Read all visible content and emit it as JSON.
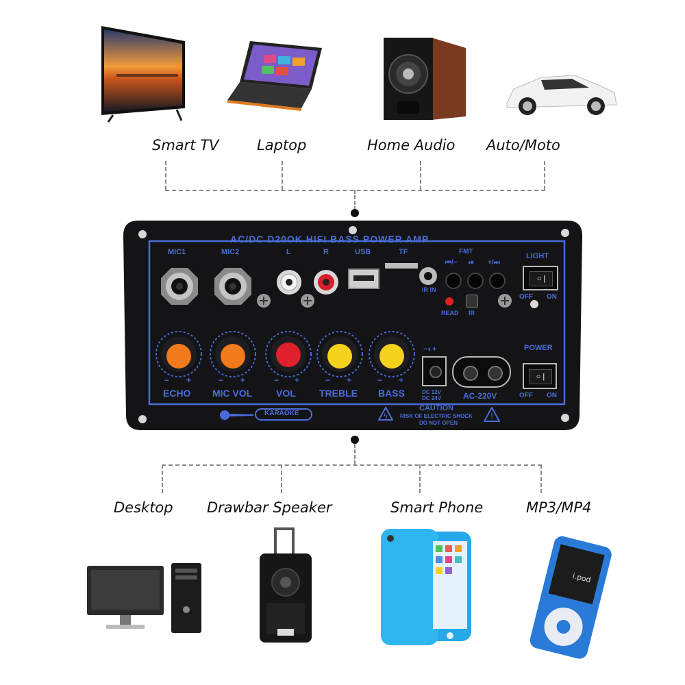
{
  "top_devices": [
    {
      "label": "Smart TV",
      "icon": "tv-icon"
    },
    {
      "label": "Laptop",
      "icon": "laptop-icon"
    },
    {
      "label": "Home Audio",
      "icon": "speaker-icon"
    },
    {
      "label": "Auto/Moto",
      "icon": "car-icon"
    }
  ],
  "bottom_devices": [
    {
      "label": "Desktop",
      "icon": "desktop-icon"
    },
    {
      "label": "Drawbar Speaker",
      "icon": "trolley-speaker-icon"
    },
    {
      "label": "Smart Phone",
      "icon": "smartphone-icon"
    },
    {
      "label": "MP3/MP4",
      "icon": "mp3-player-icon"
    }
  ],
  "board": {
    "title": "AC/DC  D20OK  HIFI   BASS  POWER  AMP",
    "inputs": {
      "mic1": "MIC1",
      "mic2": "MIC2",
      "l": "L",
      "r": "R",
      "usb": "USB",
      "tf": "TF",
      "fmt": "FMT",
      "ir_in": "IR IN",
      "read": "READ",
      "ir": "IR"
    },
    "transport_buttons": [
      "⏮/−",
      "⏯",
      "+/⏭"
    ],
    "knobs": [
      {
        "label": "ECHO",
        "color": "#f07a1c"
      },
      {
        "label": "MIC VOL",
        "color": "#f07a1c"
      },
      {
        "label": "VOL",
        "color": "#e0202c"
      },
      {
        "label": "TREBLE",
        "color": "#f5d21c"
      },
      {
        "label": "BASS",
        "color": "#f5d21c"
      }
    ],
    "knob_minus": "−",
    "knob_plus": "+",
    "light": {
      "label": "LIGHT",
      "off": "OFF",
      "on": "ON"
    },
    "power": {
      "label": "POWER",
      "off": "OFF",
      "on": "ON"
    },
    "dc": {
      "line1": "DC 12V",
      "line2": "DC 24V"
    },
    "ac": "AC-220V",
    "karaoke": "KARAOKE",
    "caution": {
      "title": "CAUTION",
      "line1": "RISK OF ELECTRIC SHOCK",
      "line2": "DO NOT OPEN"
    },
    "accent_color": "#4a6cd8",
    "panel_color": "#141416"
  }
}
